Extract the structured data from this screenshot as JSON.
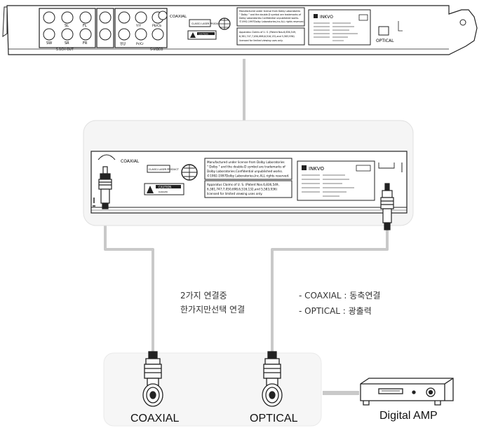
{
  "rear_panel": {
    "coaxial_label": "COAXIAL",
    "optical_label": "OPTICAL",
    "sw_label": "SW",
    "sl_label": "SL",
    "fl_label": "FL",
    "sr_label": "SR",
    "fr_label": "FR",
    "ch_group_label": "5.1CH OUT",
    "video_label": "영상",
    "y_label": "Y/Y",
    "pb_label": "Pb/Cb",
    "pr_label": "Pr/Cr",
    "s_video_label": "S-VIDEO",
    "class1_label": "CLASS1 LASER PRODUCT",
    "caution_label": "CAUTION",
    "dolby_text_1": "Manufactured under license from Dolby Laboratories",
    "dolby_text_2": "\" Dolby \" and the double-D symbol are trademarks of",
    "dolby_text_3": "Dolby Laboratories.Confidential unpublished works.",
    "dolby_text_4": "©1992-1997Dolby Laboratories,Inc.ALL rights reserved.",
    "patent_text_1": "Apparatus Claims of U. S. (Patent Nos.6,836,549,",
    "patent_text_2": "6,381,747,7,050,698,6,516,132,and 5,583,936)",
    "patent_text_3": "licensed for limited viewing uses only.",
    "brand": "INKVO"
  },
  "zoom_panel": {
    "coaxial_label": "COAXIAL",
    "class1_label": "CLASS1 LASER PRODUCT",
    "caution_label": "CAUTION",
    "caution_sub": "DANGER",
    "dolby_text_1": "Manufactured under license from Dolby Laboratories",
    "dolby_text_2": "\" Dolby \" and the double-D symbol are trademarks of",
    "dolby_text_3": "Dolby Laboratories.Confidential unpublished works.",
    "dolby_text_4": "©1992-1997Dolby Laboratories,Inc.ALL rights reserved.",
    "patent_text_1": "Apparatus Claims of U. S. (Patent Nos.6,836,549,",
    "patent_text_2": "6,381,747,7,050,698,6,516,132,and 5,583,936)",
    "patent_text_3": "licensed for limited viewing uses only.",
    "brand": "INKVO"
  },
  "notes": {
    "left_line_1": "2가지 연결중",
    "left_line_2": "한가지만선택 연결",
    "right_line_1": "- COAXIAL : 동축연결",
    "right_line_2": "- OPTICAL : 광출력"
  },
  "bottom_labels": {
    "coaxial": "COAXIAL",
    "optical": "OPTICAL",
    "amp": "Digital AMP"
  },
  "colors": {
    "cable": "#c9c9c9",
    "line": "#222222",
    "panel_fill": "#ffffff",
    "zone_fill": "#f6f6f6"
  }
}
